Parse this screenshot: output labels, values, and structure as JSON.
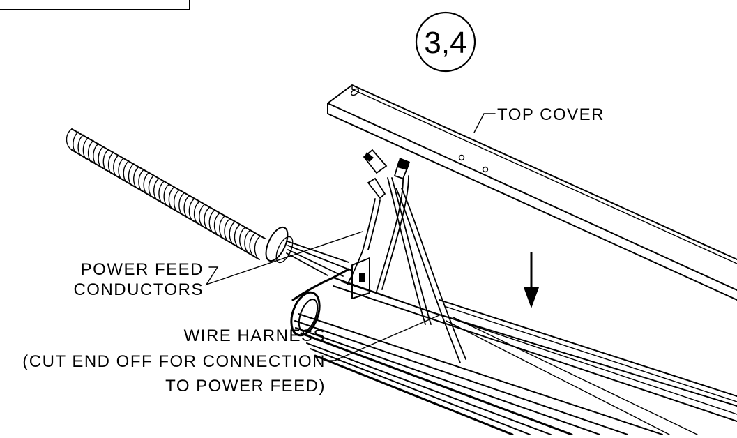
{
  "step_marker": "3,4",
  "labels": {
    "top_cover": "TOP COVER",
    "power_feed_line1": "POWER FEED",
    "power_feed_line2": "CONDUCTORS",
    "wire_harness_line1": "WIRE HARNESS",
    "wire_harness_line2": "(CUT END OFF FOR CONNECTION",
    "wire_harness_line3": "TO POWER FEED)"
  }
}
